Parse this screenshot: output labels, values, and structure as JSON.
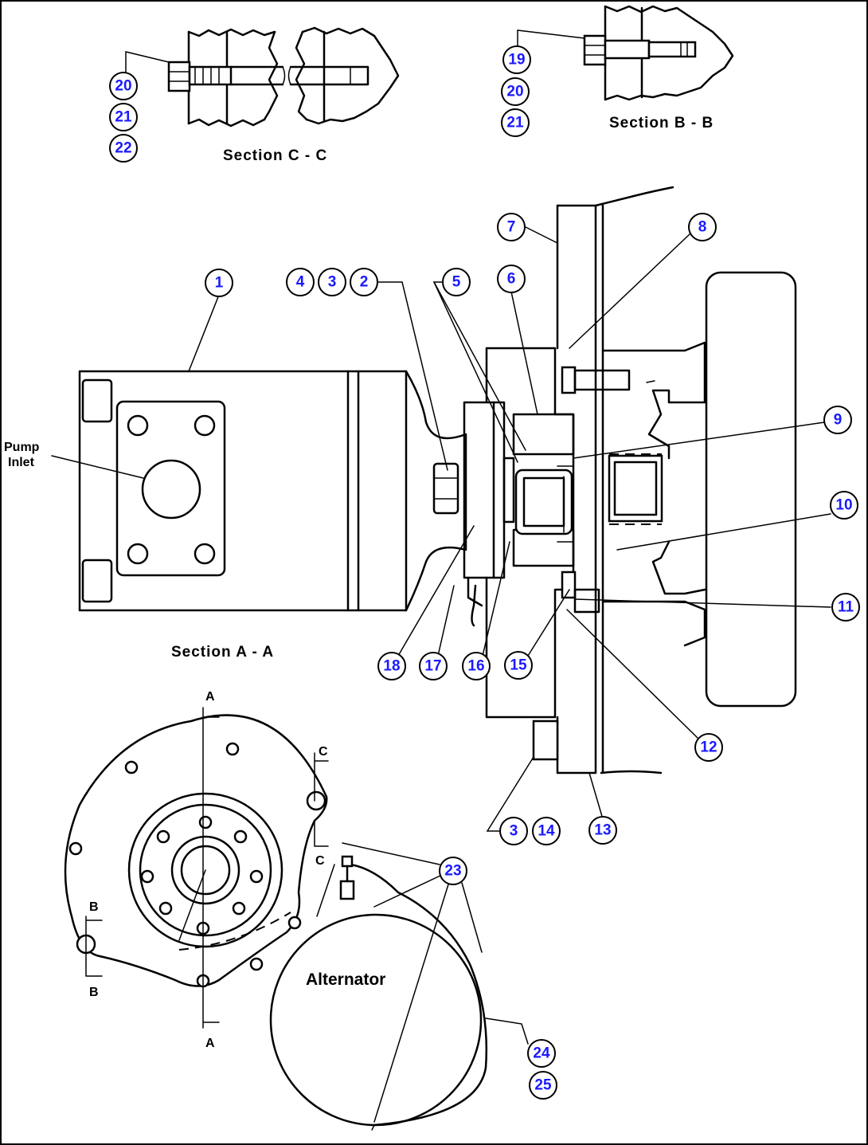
{
  "labels": {
    "section_c": "Section C - C",
    "section_b": "Section B - B",
    "section_a": "Section A - A",
    "pump_inlet_1": "Pump",
    "pump_inlet_2": "Inlet",
    "alternator": "Alternator",
    "cut_a": "A",
    "cut_b": "B",
    "cut_c": "C"
  },
  "callouts": [
    "1",
    "2",
    "3",
    "4",
    "5",
    "6",
    "7",
    "8",
    "9",
    "10",
    "11",
    "12",
    "13",
    "14",
    "15",
    "16",
    "17",
    "18",
    "19",
    "20",
    "21",
    "22",
    "23",
    "24",
    "25"
  ]
}
